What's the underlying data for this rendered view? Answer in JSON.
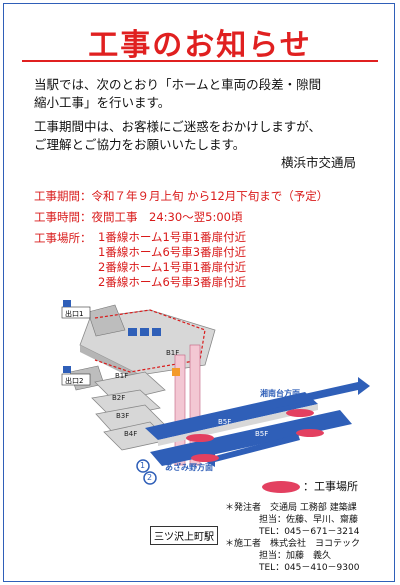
{
  "title": "工事のお知らせ",
  "intro": {
    "line1": "当駅では、次のとおり「ホームと車両の段差・隙間",
    "line2": "縮小工事」を行います。",
    "line3": "工事期間中は、お客様にご迷惑をおかけしますが、",
    "line4": "ご理解とご協力をお願いいたします。"
  },
  "signature": "横浜市交通局",
  "period": {
    "label": "工事期間：",
    "value": "令和７年９月上旬 から12月下旬まで（予定）"
  },
  "time": {
    "label": "工事時間：",
    "value": "夜間工事　24:30～翌5:00頃"
  },
  "location": {
    "label": "工事場所：",
    "items": [
      "1番線ホーム1号車1番扉付近",
      "1番線ホーム6号車3番扉付近",
      "2番線ホーム1号車1番扉付近",
      "2番線ホーム6号車3番扉付近"
    ]
  },
  "diagram": {
    "exit1": "出口1",
    "exit2": "出口2",
    "floors": [
      "B1F",
      "B1F",
      "B2F",
      "B3F",
      "B4F",
      "B5F",
      "B5F"
    ],
    "dir_top": "湘南台方面",
    "dir_bottom": "あざみ野方面",
    "track1": "1",
    "track2": "2",
    "station": "三ツ沢上町駅",
    "legend": "：工事場所",
    "colors": {
      "platform": "#2f5fb8",
      "mark": "#e34060",
      "floor": "#cfcfcf"
    }
  },
  "contacts": {
    "owner_label": "＊発注者",
    "owner_org": "交通局 工務部 建築課",
    "owner_staff": "担当：佐藤、早川、齋藤",
    "owner_tel": "TEL：045－671－3214",
    "contractor_label": "＊施工者",
    "contractor_org": "株式会社　ヨコテック",
    "contractor_staff": "担当：加藤　義久",
    "contractor_tel": "TEL：045－410－9300"
  }
}
